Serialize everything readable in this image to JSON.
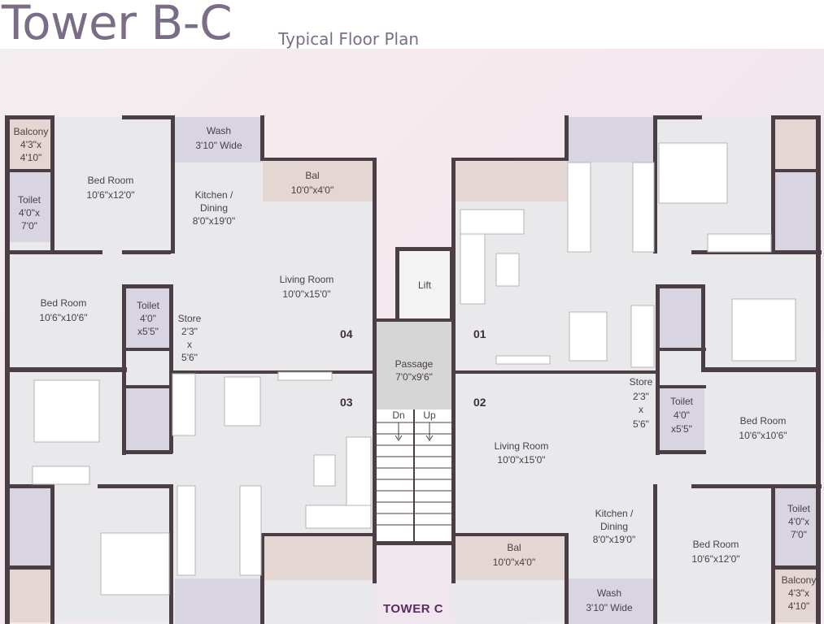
{
  "header": {
    "title": "Tower B-C",
    "subtitle": "Typical Floor Plan"
  },
  "footer": {
    "tower_label": "TOWER C"
  },
  "units": {
    "u04": "04",
    "u01": "01",
    "u03": "03",
    "u02": "02"
  },
  "core": {
    "lift": "Lift",
    "passage": "Passage",
    "passage_size": "7'0\"x9'6\"",
    "dn": "Dn",
    "up": "Up"
  },
  "rooms": {
    "tl_balcony": {
      "name": "Balcony",
      "size1": "4'3\"x",
      "size2": "4'10\""
    },
    "tl_toilet": {
      "name": "Toilet",
      "size1": "4'0\"x",
      "size2": "7'0\""
    },
    "tl_bedroom": {
      "name": "Bed Room",
      "size": "10'6\"x12'0\""
    },
    "tl_wash": {
      "name": "Wash",
      "size": "3'10\" Wide"
    },
    "tl_kitchen": {
      "name": "Kitchen /",
      "name2": "Dining",
      "size": "8'0\"x19'0\""
    },
    "tl_bal": {
      "name": "Bal",
      "size": "10'0\"x4'0\""
    },
    "tl_living": {
      "name": "Living Room",
      "size": "10'0\"x15'0\""
    },
    "ml_bedroom": {
      "name": "Bed Room",
      "size": "10'6\"x10'6\""
    },
    "ml_toilet": {
      "name": "Toilet",
      "size1": "4'0\"",
      "size2": "x5'5\""
    },
    "ml_store": {
      "name": "Store",
      "size1": "2'3\"",
      "size2": "x",
      "size3": "5'6\""
    },
    "br_living": {
      "name": "Living Room",
      "size": "10'0\"x15'0\""
    },
    "br_store": {
      "name": "Store",
      "size1": "2'3\"",
      "size2": "x",
      "size3": "5'6\""
    },
    "br_toilet": {
      "name": "Toilet",
      "size1": "4'0\"",
      "size2": "x5'5\""
    },
    "br_bedroom_mid": {
      "name": "Bed Room",
      "size": "10'6\"x10'6\""
    },
    "br_kitchen": {
      "name": "Kitchen /",
      "name2": "Dining",
      "size": "8'0\"x19'0\""
    },
    "br_bedroom": {
      "name": "Bed Room",
      "size": "10'6\"x12'0\""
    },
    "br_toilet2": {
      "name": "Toilet",
      "size1": "4'0\"x",
      "size2": "7'0\""
    },
    "br_balcony": {
      "name": "Balcony",
      "size1": "4'3\"x",
      "size2": "4'10\""
    },
    "br_bal": {
      "name": "Bal",
      "size": "10'0\"x4'0\""
    },
    "br_wash": {
      "name": "Wash",
      "size": "3'10\" Wide"
    }
  },
  "colors": {
    "wall": "#4b3f45",
    "floor": "#e9e8ea",
    "balcony": "#e4d6d2",
    "wet_area": "#d9d4e2",
    "core": "#d6d6d6",
    "tower_label": "#5b2a63"
  }
}
